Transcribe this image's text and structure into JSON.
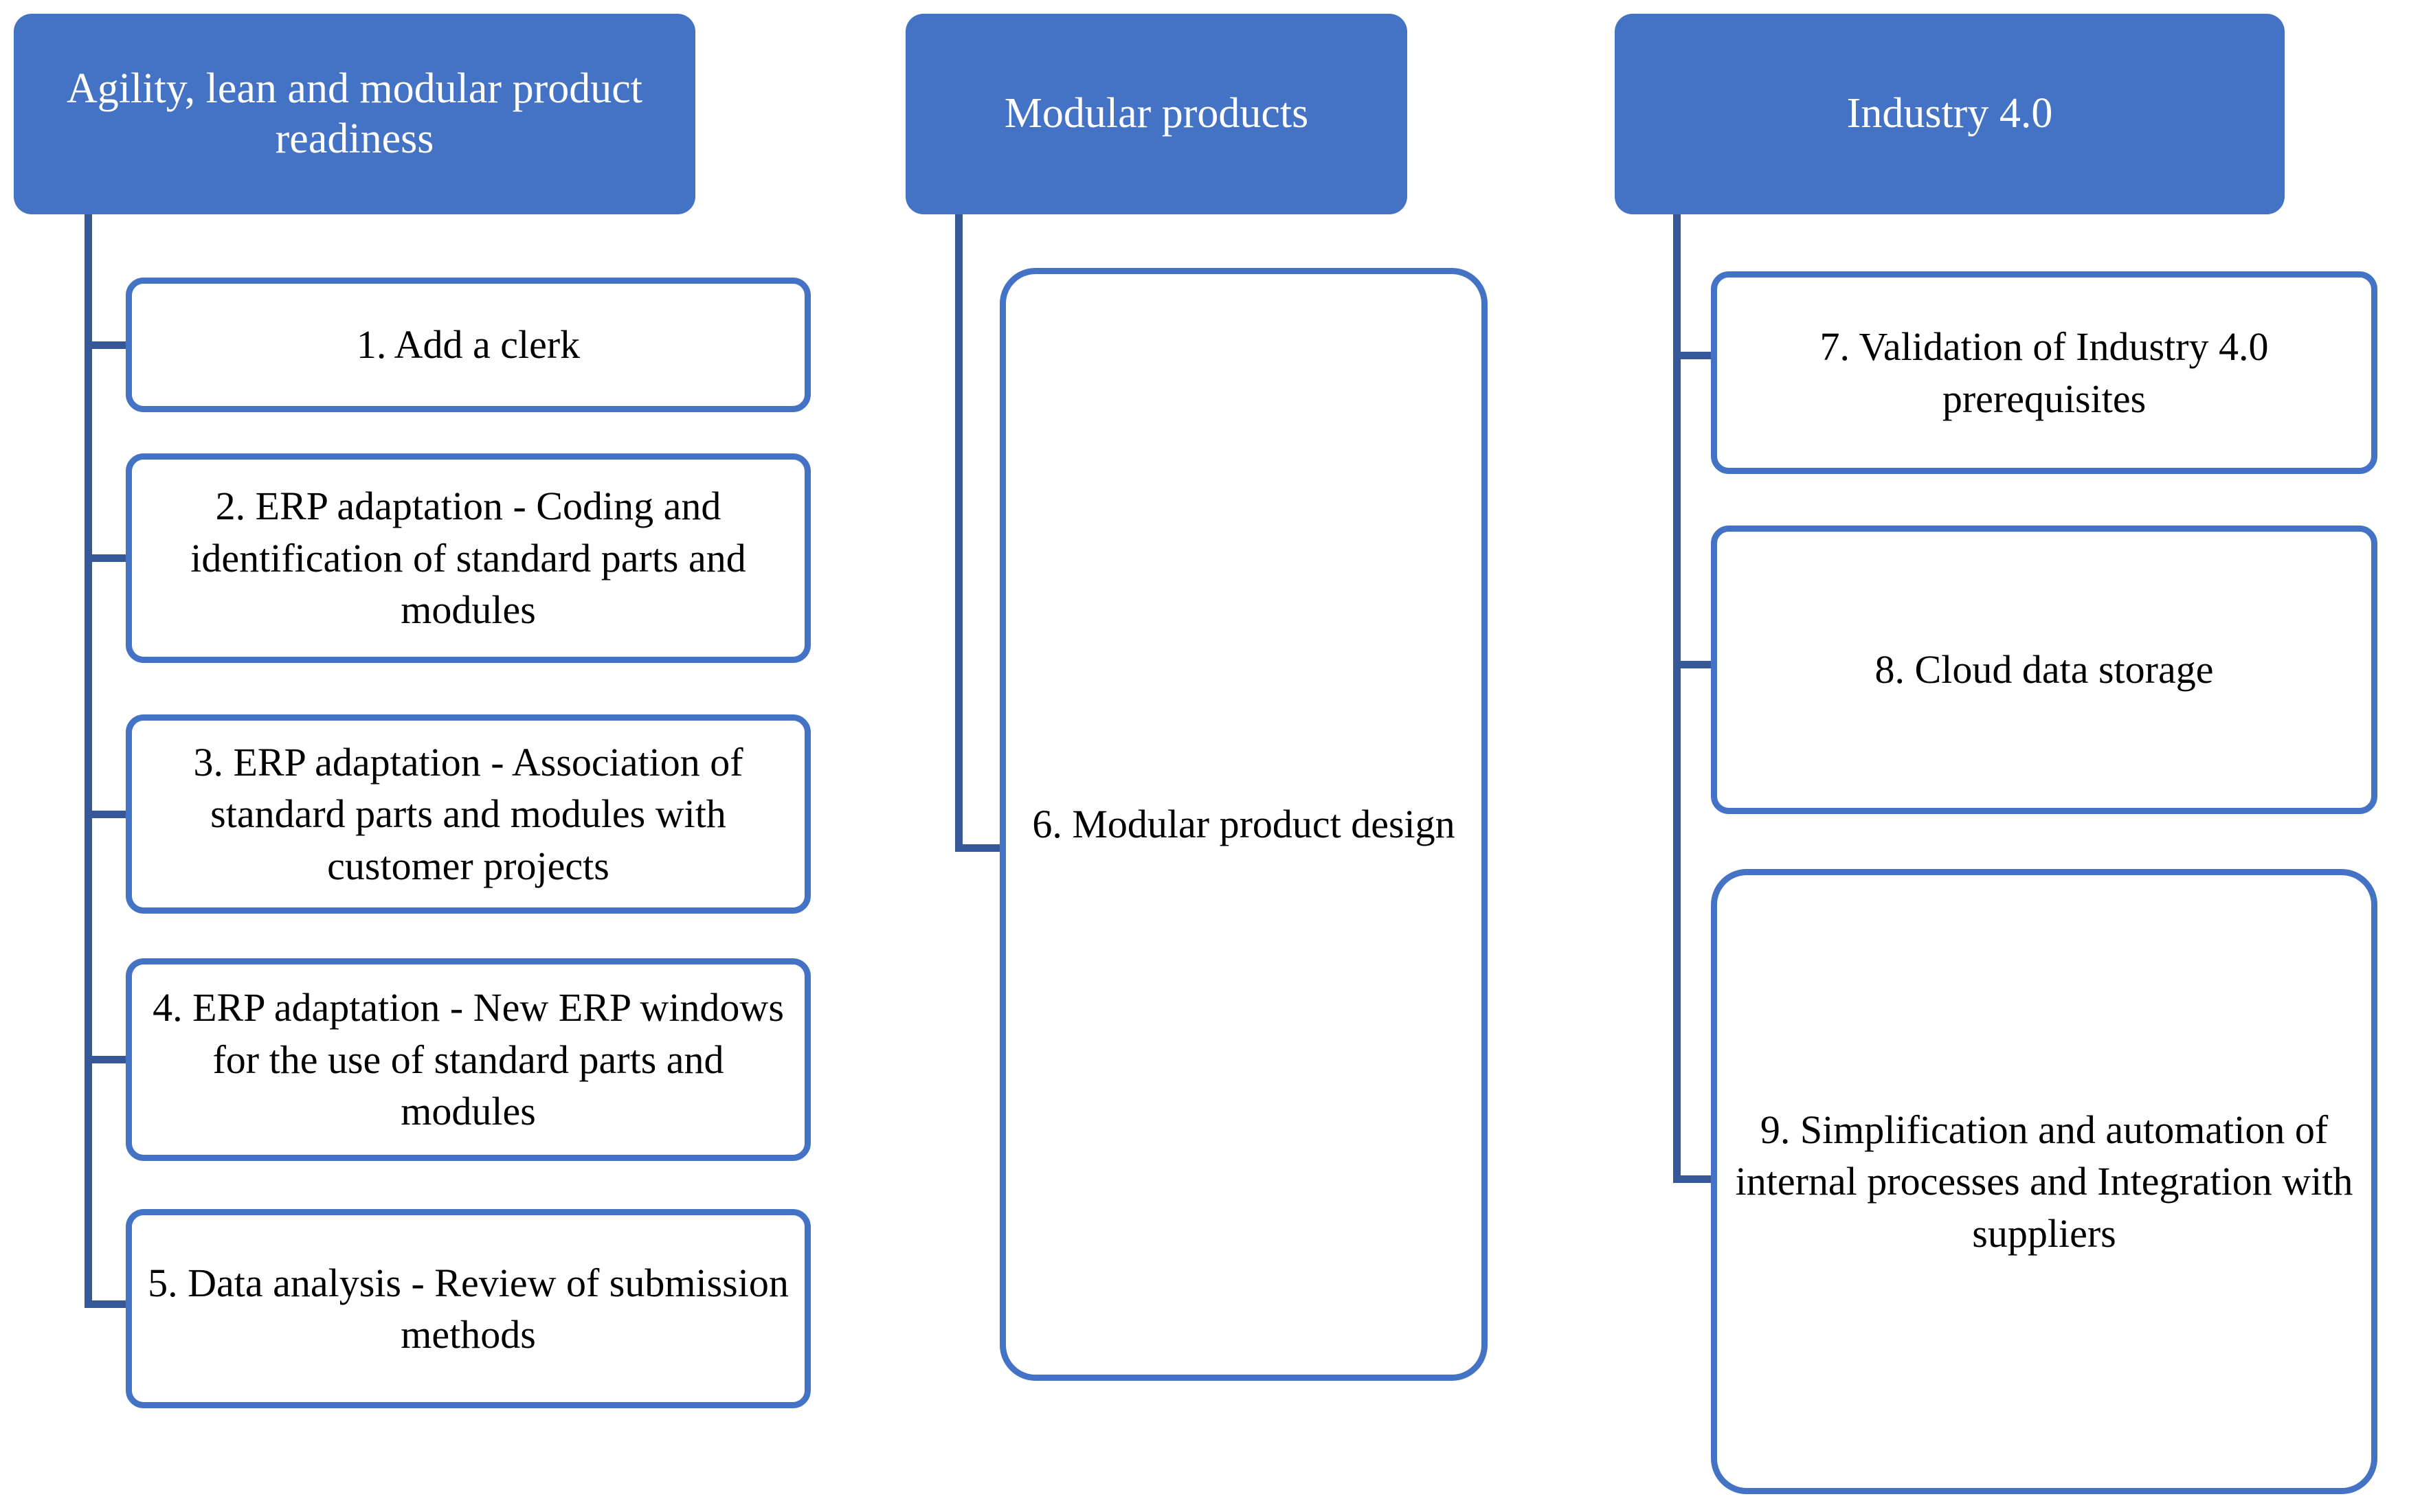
{
  "diagram": {
    "title": "Implementation roadmap columns",
    "type": "grouped-tree-diagram",
    "colors": {
      "header_fill": "#4472c4",
      "header_text": "#ffffff",
      "box_border": "#4472c4",
      "box_fill": "#ffffff",
      "box_text": "#000000",
      "connector": "#365899",
      "background": "#ffffff"
    },
    "columns": [
      {
        "id": "col-agility",
        "header": "Agility, lean and modular product readiness",
        "items": [
          {
            "number": "1.",
            "label": "1. Add a clerk"
          },
          {
            "number": "2.",
            "label": "2. ERP adaptation - Coding and identification of standard parts and modules"
          },
          {
            "number": "3.",
            "label": "3. ERP adaptation - Association of standard parts and modules with customer projects"
          },
          {
            "number": "4.",
            "label": "4. ERP adaptation - New ERP windows for the use of standard parts and modules"
          },
          {
            "number": "5.",
            "label": "5. Data analysis - Review of submission methods"
          }
        ]
      },
      {
        "id": "col-modular",
        "header": "Modular products",
        "items": [
          {
            "number": "6.",
            "label": "6. Modular product design"
          }
        ]
      },
      {
        "id": "col-industry",
        "header": "Industry 4.0",
        "items": [
          {
            "number": "7.",
            "label": "7. Validation of Industry 4.0 prerequisites"
          },
          {
            "number": "8.",
            "label": "8. Cloud data storage"
          },
          {
            "number": "9.",
            "label": "9. Simplification and automation of internal processes and Integration with suppliers"
          }
        ]
      }
    ]
  }
}
